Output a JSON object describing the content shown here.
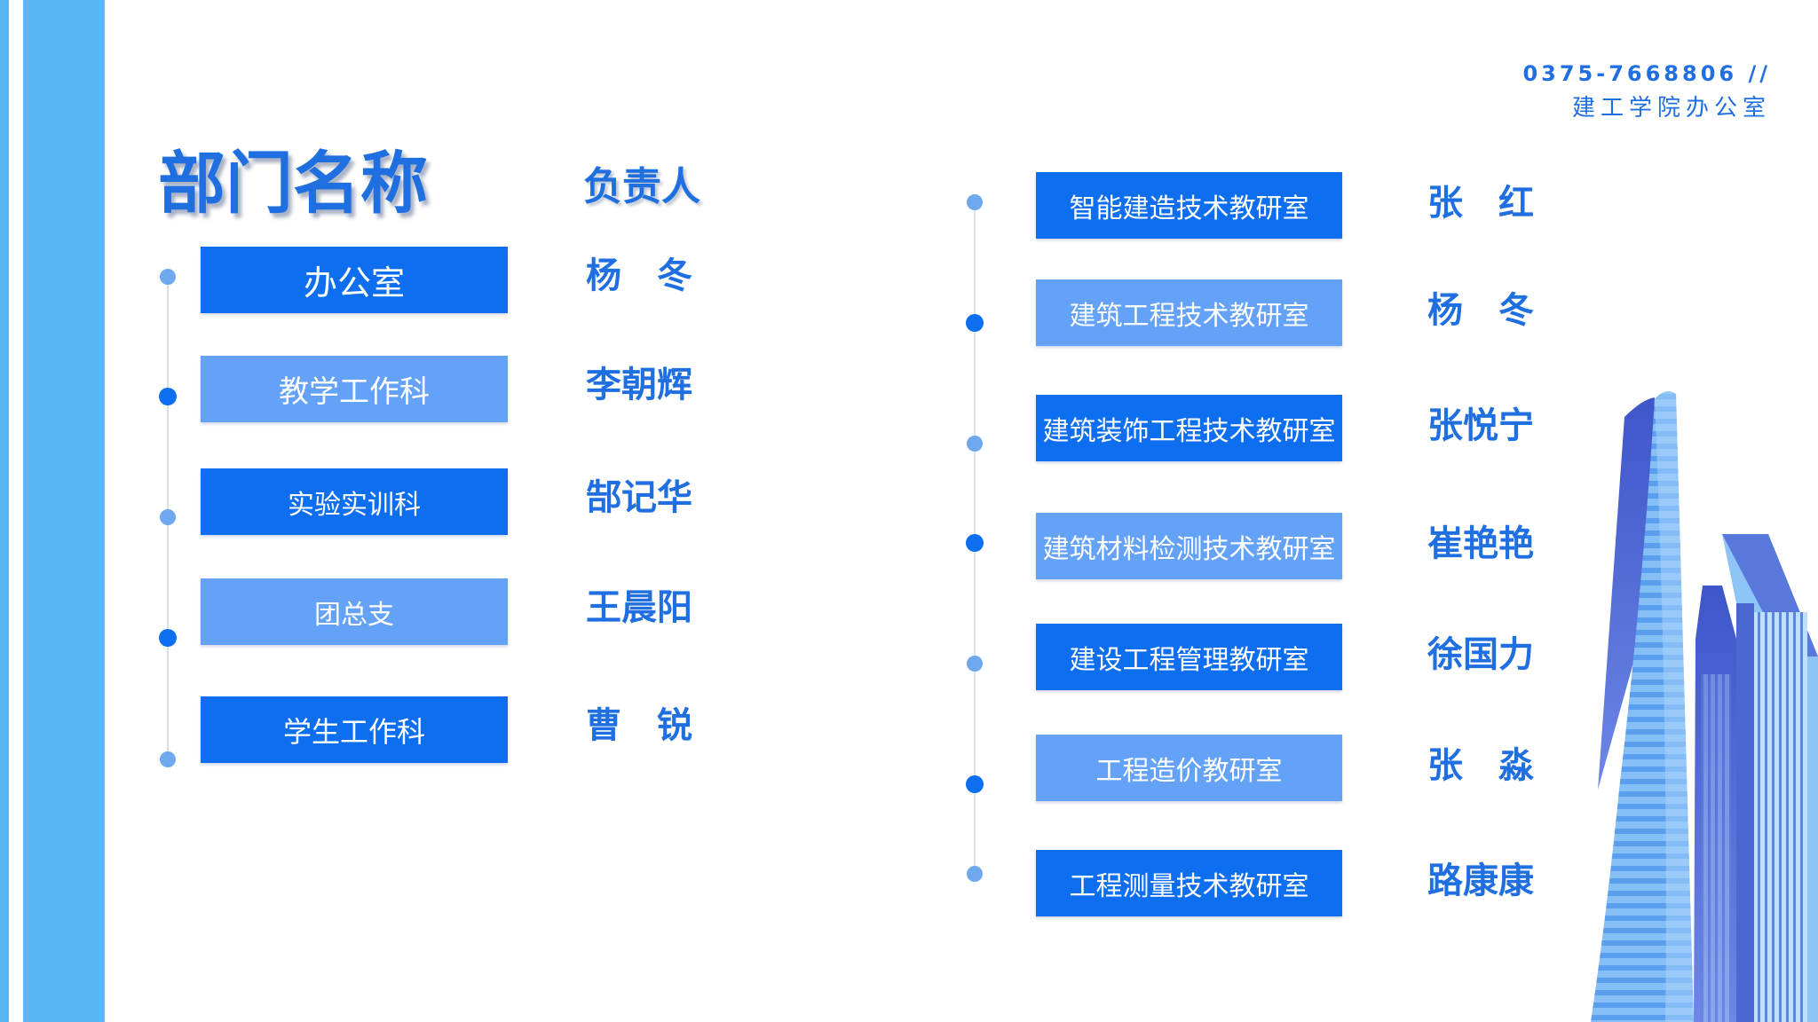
{
  "colors": {
    "primary": "#0d6ef0",
    "light": "#63a2f7",
    "stripe": "#5ab7f6",
    "heading": "#1f6fe0",
    "dot_dark": "#0d6ef0",
    "dot_light": "#6fa8ef"
  },
  "contact": {
    "phone": "0375-7668806 //",
    "office": "建工学院办公室"
  },
  "headings": {
    "department": "部门名称",
    "head": "负责人"
  },
  "left_departments": [
    {
      "name": "办公室",
      "head": "杨　冬",
      "style": "dark"
    },
    {
      "name": "教学工作科",
      "head": "李朝辉",
      "style": "light"
    },
    {
      "name": "实验实训科",
      "head": "郜记华",
      "style": "dark"
    },
    {
      "name": "团总支",
      "head": "王晨阳",
      "style": "light"
    },
    {
      "name": "学生工作科",
      "head": "曹　锐",
      "style": "dark"
    }
  ],
  "right_departments": [
    {
      "name": "智能建造技术教研室",
      "head": "张　红",
      "style": "dark"
    },
    {
      "name": "建筑工程技术教研室",
      "head": "杨　冬",
      "style": "light"
    },
    {
      "name": "建筑装饰工程技术教研室",
      "head": "张悦宁",
      "style": "dark"
    },
    {
      "name": "建筑材料检测技术教研室",
      "head": "崔艳艳",
      "style": "light"
    },
    {
      "name": "建设工程管理教研室",
      "head": "徐国力",
      "style": "dark"
    },
    {
      "name": "工程造价教研室",
      "head": "张　淼",
      "style": "light"
    },
    {
      "name": "工程测量技术教研室",
      "head": "路康康",
      "style": "dark"
    }
  ],
  "decoration": {
    "building_icon": "skyscraper-illustration"
  }
}
